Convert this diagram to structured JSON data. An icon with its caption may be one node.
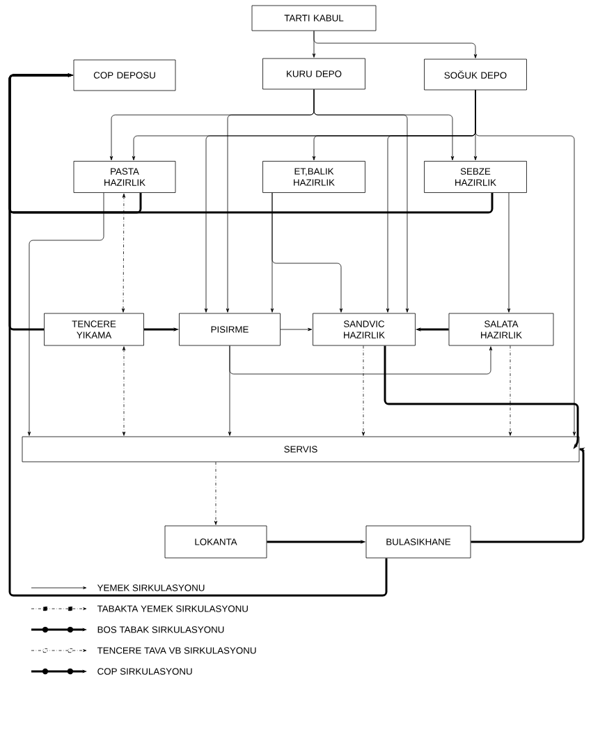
{
  "diagram": {
    "nodes": [
      {
        "text": [
          "TARTI KABUL"
        ]
      },
      {
        "text": [
          "COP DEPOSU"
        ]
      },
      {
        "text": [
          "KURU DEPO"
        ]
      },
      {
        "text": [
          "SOĞUK DEPO"
        ]
      },
      {
        "text": [
          "PASTA HAZIRLIK"
        ]
      },
      {
        "text": [
          "ET,BALIK HAZIRLIK"
        ]
      },
      {
        "text": [
          "SEBZE HAZIRLIK"
        ]
      },
      {
        "text": [
          "TENCERE YIKAMA"
        ]
      },
      {
        "text": [
          "PISIRME"
        ]
      },
      {
        "text": [
          "SANDVIC HAZIRLIK"
        ]
      },
      {
        "text": [
          "SALATA HAZIRLIK"
        ]
      },
      {
        "text": [
          "SERVIS"
        ]
      },
      {
        "text": [
          "LOKANTA"
        ]
      },
      {
        "text": [
          "BULASIKHANE"
        ]
      }
    ],
    "edges": [
      {
        "from": 0,
        "to": 2,
        "arrow": "to"
      },
      {
        "from": 0,
        "to": 3,
        "arrow": "to"
      },
      {
        "from": 2,
        "to": 4,
        "arrow": "to"
      },
      {
        "from": 2,
        "to": 8,
        "arrow": "to"
      },
      {
        "from": 2,
        "to": 9,
        "arrow": "to"
      },
      {
        "from": 2,
        "to": 6,
        "arrow": "to"
      },
      {
        "from": 3,
        "to": 6,
        "arrow": "to"
      },
      {
        "from": 3,
        "to": 4,
        "arrow": "to"
      },
      {
        "from": 3,
        "to": 5,
        "arrow": "to"
      },
      {
        "from": 3,
        "to": 8,
        "arrow": "to"
      },
      {
        "from": 3,
        "to": 9,
        "arrow": "to"
      },
      {
        "from": 3,
        "to": 11,
        "arrow": "to"
      },
      {
        "from": 5,
        "to": 9,
        "arrow": "to"
      },
      {
        "from": 5,
        "to": 8,
        "arrow": "to"
      },
      {
        "from": 6,
        "to": 10,
        "arrow": "to"
      },
      {
        "from": 7,
        "to": 8,
        "arrow": "to",
        "style": "thick"
      },
      {
        "from": 8,
        "to": 9,
        "arrow": "to"
      },
      {
        "from": 10,
        "to": 9,
        "arrow": "to",
        "style": "thick"
      },
      {
        "from": 8,
        "to": 11,
        "arrow": "to"
      },
      {
        "from": 8,
        "to": 10,
        "arrow": "to"
      },
      {
        "from": 9,
        "to": 11,
        "arrow": "to",
        "style": "dashed"
      },
      {
        "from": 10,
        "to": 11,
        "arrow": "to",
        "style": "dashed"
      },
      {
        "from": 4,
        "to": 7,
        "arrow": "both",
        "style": "dashed"
      },
      {
        "from": 7,
        "to": 11,
        "arrow": "both",
        "style": "dashed"
      },
      {
        "from": 4,
        "to": 11,
        "arrow": "to"
      },
      {
        "from": 11,
        "to": 12,
        "arrow": "to",
        "style": "dashed"
      },
      {
        "from": 12,
        "to": 13,
        "arrow": "to",
        "style": "thick"
      },
      {
        "from": 13,
        "to": 11,
        "arrow": "to",
        "style": "thick"
      },
      {
        "from": 9,
        "to": 11,
        "arrow": "to",
        "style": "thick"
      },
      {
        "from": 13,
        "to": 1,
        "arrow": "to",
        "style": "thick"
      },
      {
        "from": 6,
        "to": 1,
        "arrow": "to",
        "style": "thick"
      },
      {
        "from": 4,
        "to": 1,
        "arrow": "to",
        "style": "thick"
      },
      {
        "from": 7,
        "to": 1,
        "arrow": "to",
        "style": "thick"
      }
    ],
    "legend": [
      {
        "text": "YEMEK SIRKULASYONU"
      },
      {
        "text": "TABAKTA YEMEK SIRKULASYONU"
      },
      {
        "text": "BOS TABAK SIRKULASYONU"
      },
      {
        "text": "TENCERE TAVA VB SIRKULASYONU"
      },
      {
        "text": "COP SIRKULASYONU"
      }
    ]
  }
}
